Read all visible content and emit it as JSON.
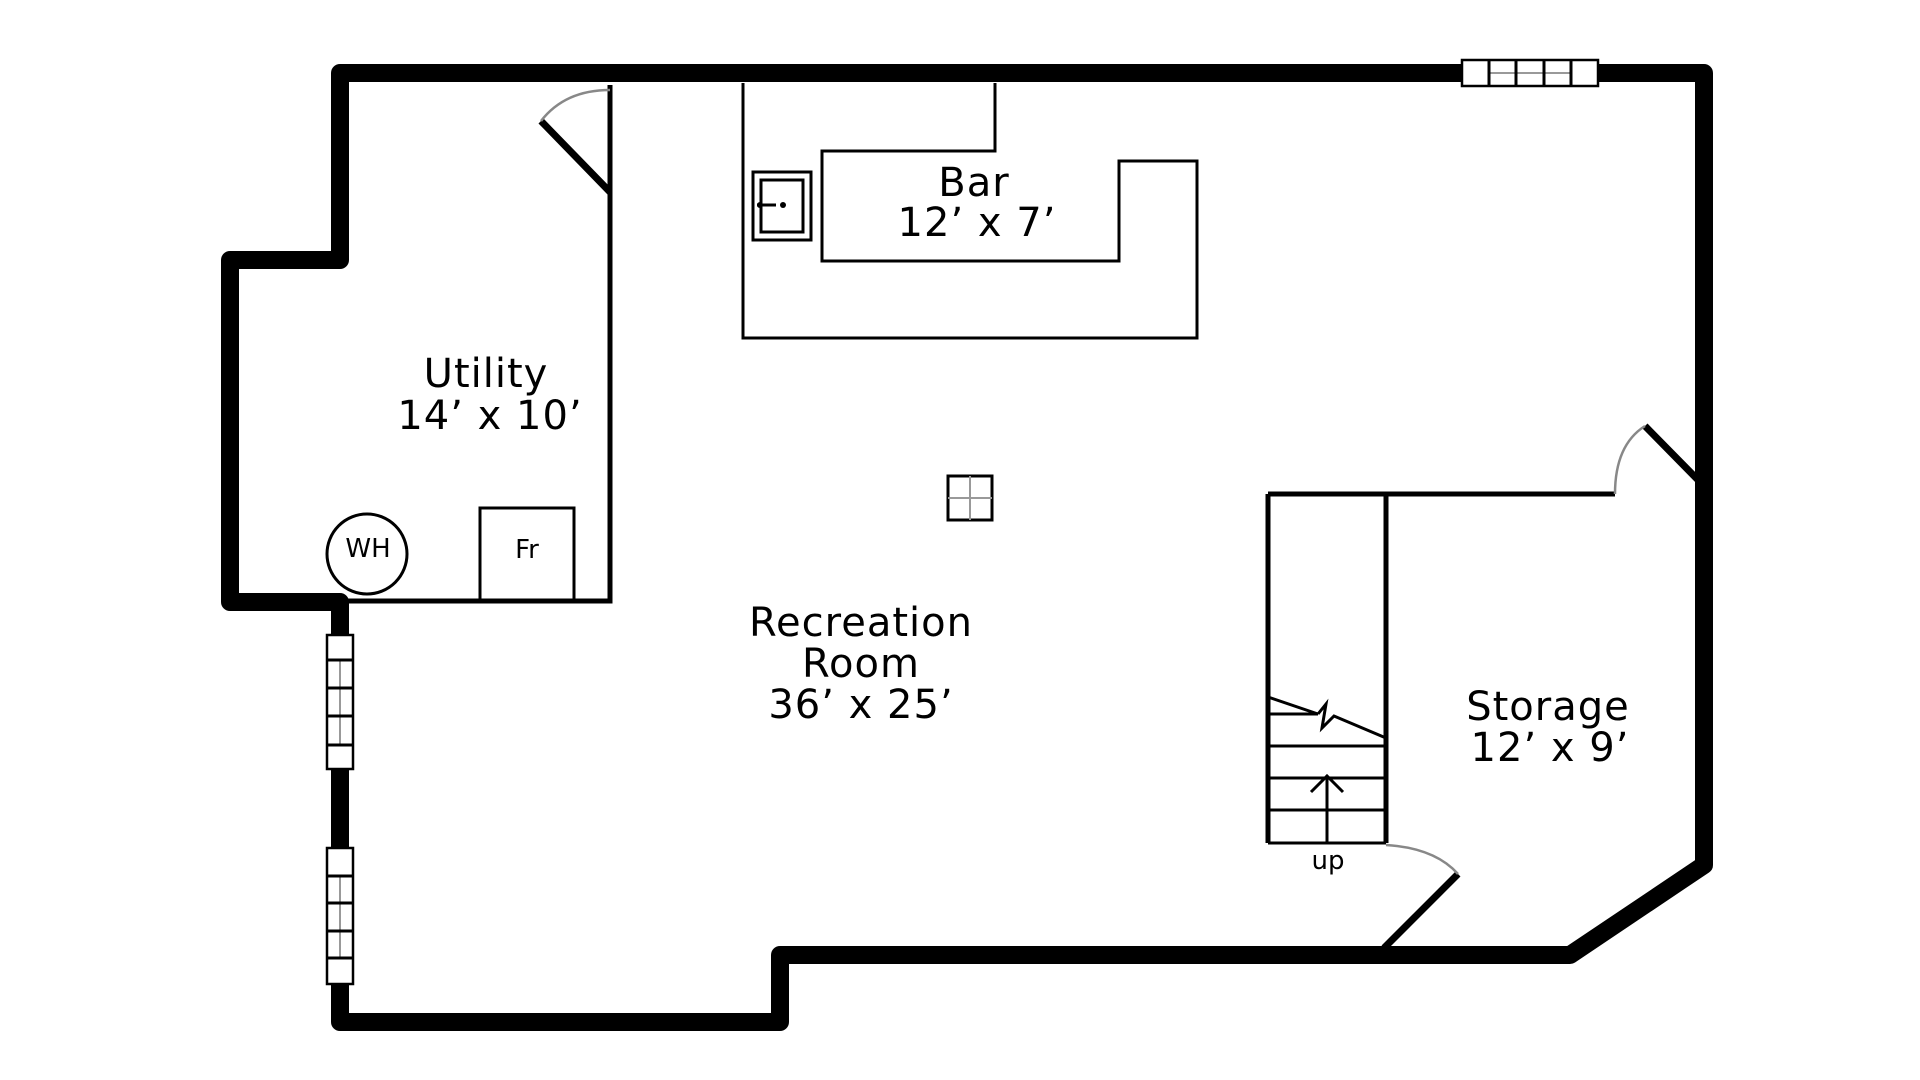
{
  "rooms": {
    "utility": {
      "name": "Utility",
      "size": "14’ x 10’"
    },
    "bar": {
      "name": "Bar",
      "size": "12’ x 7’"
    },
    "recreation": {
      "name_line1": "Recreation",
      "name_line2": "Room",
      "size": "36’ x 25’"
    },
    "storage": {
      "name": "Storage",
      "size": "12’ x 9’"
    }
  },
  "fixtures": {
    "water_heater": "WH",
    "fridge": "Fr",
    "stairs": "up"
  }
}
